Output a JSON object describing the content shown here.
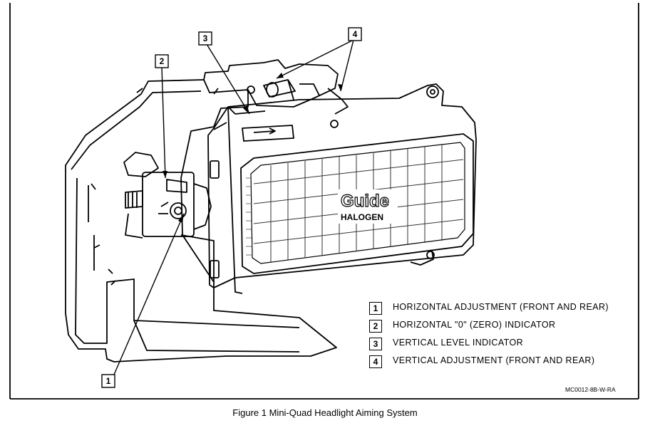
{
  "callouts": [
    "1",
    "2",
    "3",
    "4"
  ],
  "brand": {
    "word": "Guide",
    "sub": "HALOGEN"
  },
  "legend": [
    {
      "num": "1",
      "text": "HORIZONTAL ADJUSTMENT (FRONT AND REAR)"
    },
    {
      "num": "2",
      "text": "HORIZONTAL \"0\" (ZERO) INDICATOR"
    },
    {
      "num": "3",
      "text": "VERTICAL LEVEL INDICATOR"
    },
    {
      "num": "4",
      "text": "VERTICAL ADJUSTMENT (FRONT AND REAR)"
    }
  ],
  "drawing_code": "MC0012-8B-W-RA",
  "caption": "Figure 1 Mini-Quad Headlight Aiming System"
}
